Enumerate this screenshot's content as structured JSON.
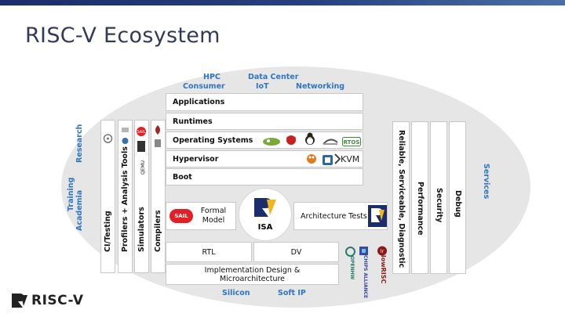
{
  "title": "RISC-V Ecosystem",
  "markets": {
    "hpc": "HPC",
    "consumer": "Consumer",
    "data_center": "Data Center",
    "iot": "IoT",
    "networking": "Networking"
  },
  "stack": {
    "applications": "Applications",
    "runtimes": "Runtimes",
    "operating_systems": "Operating Systems",
    "hypervisor": "Hypervisor",
    "boot": "Boot",
    "kvm": "KVM"
  },
  "left_labels": {
    "research": "Research",
    "training": "Training",
    "academia": "Academia"
  },
  "left_columns": {
    "ci_testing": "CI/Testing",
    "profilers": "Profilers + Analysis Tools",
    "simulators": "Simulators",
    "compilers": "Compilers"
  },
  "center": {
    "sail": "SAIL",
    "formal_model": "Formal Model",
    "isa": "ISA",
    "architecture_tests": "Architecture Tests",
    "rtl": "RTL",
    "dv": "DV",
    "implementation": "Implementation Design & Microarchitecture"
  },
  "right_columns": {
    "reliable": "Reliable, Serviceable, Diagnostic",
    "performance": "Performance",
    "security": "Security",
    "debug": "Debug"
  },
  "right_label": {
    "services": "Services"
  },
  "bottom": {
    "silicon": "Silicon",
    "soft_ip": "Soft IP"
  },
  "org_logos": {
    "openhw": "OPENHW",
    "chips_alliance": "CHIPS ALLIANCE",
    "lowrisc": "lowRISC"
  },
  "footer": {
    "brand": "RISC-V"
  },
  "colors": {
    "accent_blue": "#2e76c2",
    "sail_red": "#e31e24",
    "risc_navy": "#1c2d6b",
    "risc_yellow": "#f2b51a"
  }
}
